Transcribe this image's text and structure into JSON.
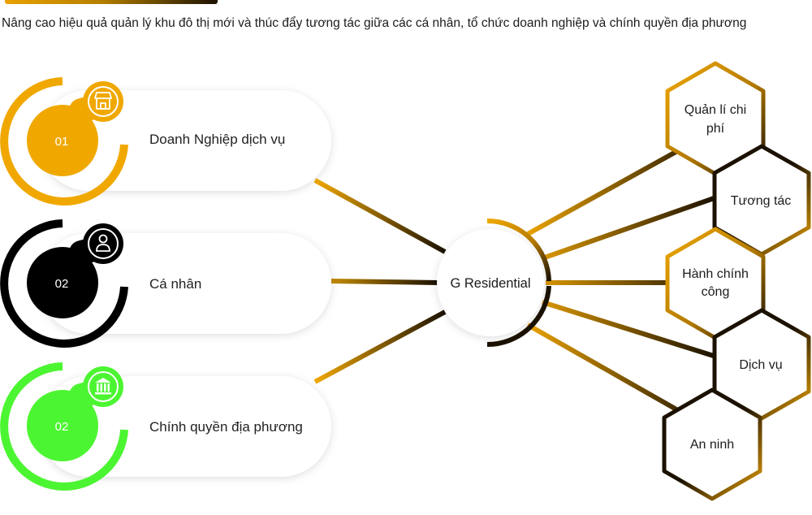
{
  "header": {
    "subtitle": "Nâng cao hiệu quả quản lý khu đô thị mới và thúc đẩy tương tác giữa các cá nhân, tổ chức doanh nghiệp và chính quyền địa phương"
  },
  "stakeholders": [
    {
      "number": "01",
      "label": "Doanh Nghiệp dịch vụ",
      "icon": "shop-icon",
      "color": "#f0a800"
    },
    {
      "number": "02",
      "label": "Cá nhân",
      "icon": "user-icon",
      "color": "#000000"
    },
    {
      "number": "02",
      "label": "Chính quyền địa phương",
      "icon": "bank-icon",
      "color": "#4cf531"
    }
  ],
  "hub": {
    "label": "G Residential"
  },
  "functions": [
    {
      "line1": "Quản lí chi",
      "line2": "phí"
    },
    {
      "line1": "Tương tác",
      "line2": ""
    },
    {
      "line1": "Hành chính",
      "line2": "công"
    },
    {
      "line1": "Dịch vụ",
      "line2": ""
    },
    {
      "line1": "An ninh",
      "line2": ""
    }
  ],
  "colors": {
    "gold": "#e9a200",
    "dark": "#1b1100",
    "green": "#4cf531",
    "black": "#000000"
  }
}
